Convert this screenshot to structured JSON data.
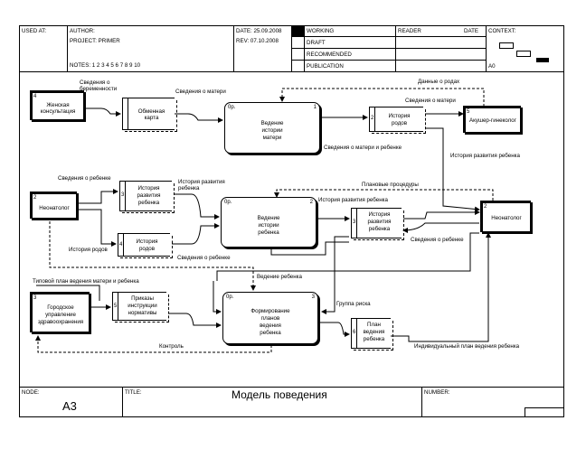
{
  "header": {
    "used_at": "USED AT:",
    "author": "AUTHOR:",
    "project": "PROJECT:  PRIMER",
    "notes": "NOTES:  1  2  3  4  5  6  7  8  9  10",
    "date": "DATE:  25.09.2008",
    "rev": "REV:    07.10.2008",
    "status": [
      "WORKING",
      "DRAFT",
      "RECOMMENDED",
      "PUBLICATION"
    ],
    "reader": "READER",
    "date2": "DATE",
    "context": "CONTEXT:",
    "node_code": "A0"
  },
  "footer": {
    "node_label": "NODE:",
    "node_value": "A3",
    "title_label": "TITLE:",
    "title_value": "Модель поведения",
    "number_label": "NUMBER:"
  },
  "externals": {
    "women_consult": {
      "num": "4",
      "label": [
        "Женская",
        "консультация"
      ]
    },
    "obstetrician": {
      "num": "5",
      "label": "Акушер-гинеколог"
    },
    "neonatolog_left": {
      "num": "2",
      "label": "Неонатолог"
    },
    "neonatolog_right": {
      "num": "2",
      "label": "Неонатолог"
    },
    "city_health": {
      "num": "3",
      "label": [
        "Городское",
        "управление",
        "здравоохранения"
      ]
    }
  },
  "processes": {
    "p1": {
      "code": "0р.",
      "num": "1",
      "label": [
        "Ведение",
        "истории",
        "матери"
      ]
    },
    "p2": {
      "code": "0р.",
      "num": "2",
      "label": [
        "Ведение",
        "истории",
        "ребенка"
      ]
    },
    "p3": {
      "code": "0р.",
      "num": "3",
      "label": [
        "Формирование",
        "планов",
        "ведения",
        "ребенка"
      ]
    }
  },
  "stores": {
    "exchange_card": {
      "num": "",
      "label": [
        "Обменная",
        "карта"
      ]
    },
    "birth_history_right": {
      "num": "2",
      "label": [
        "История",
        "родов"
      ]
    },
    "dev_history_top": {
      "num": "3",
      "label": [
        "История",
        "развития",
        "ребенка"
      ]
    },
    "birth_history_left": {
      "num": "4",
      "label": [
        "История",
        "родов"
      ]
    },
    "dev_history_right": {
      "num": "3",
      "label": [
        "История",
        "развития",
        "ребенка"
      ]
    },
    "orders": {
      "num": "5",
      "label": [
        "Приказы",
        "инструкции",
        "нормативы"
      ]
    },
    "plan": {
      "num": "6",
      "label": [
        "План",
        "ведения",
        "ребенка"
      ]
    }
  },
  "flows": {
    "pregnancy_info": [
      "Сведения о",
      "беременности"
    ],
    "mother_info_1": "Сведения о матери",
    "birth_data": "Данные о родах",
    "mother_info_2": "Сведения о матери",
    "mother_child_info": "Сведения о матери и ребенке",
    "dev_history_flow_1": "История развития ребенка",
    "child_info_1": "Сведения о ребенке",
    "dev_history_flow_2": [
      "История развития",
      "ребенка"
    ],
    "planned_procedures": "Плановые процедуры",
    "dev_history_flow_3": "История развития ребенка",
    "birth_history_flow": "История родов",
    "child_info_2": "Сведения о ребенке",
    "child_info_3": "Сведения о ребенке",
    "child_care": "Ведение ребенка",
    "typical_plan": "Типовой план ведения матери и ребенка",
    "risk_group": "Группа риска",
    "control": "Контроль",
    "individual_plan": "Индивидуальный план ведения ребенка"
  }
}
